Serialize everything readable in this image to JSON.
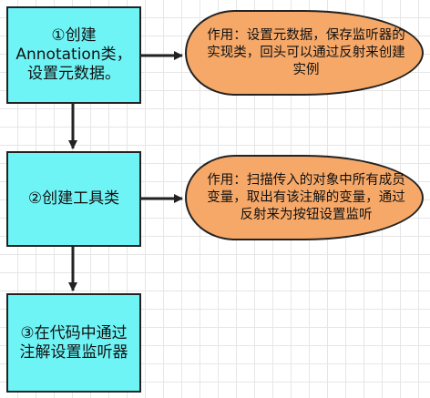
{
  "diagram": {
    "steps": [
      {
        "text": "①创建Annotation类，设置元数据。"
      },
      {
        "text": "②创建工具类"
      },
      {
        "text": "③在代码中通过注解设置监听器"
      }
    ],
    "notes": [
      {
        "text": "作用：设置元数据，保存监听器的实现类，回头可以通过反射来创建实例"
      },
      {
        "text": "作用：扫描传入的对象中所有成员变量，取出有该注解的变量，通过反射来为按钮设置监听"
      }
    ],
    "colors": {
      "step_fill": "#6ff4f6",
      "note_fill": "#f6a868",
      "stroke": "#222222",
      "grid": "#e6e6e6"
    }
  }
}
